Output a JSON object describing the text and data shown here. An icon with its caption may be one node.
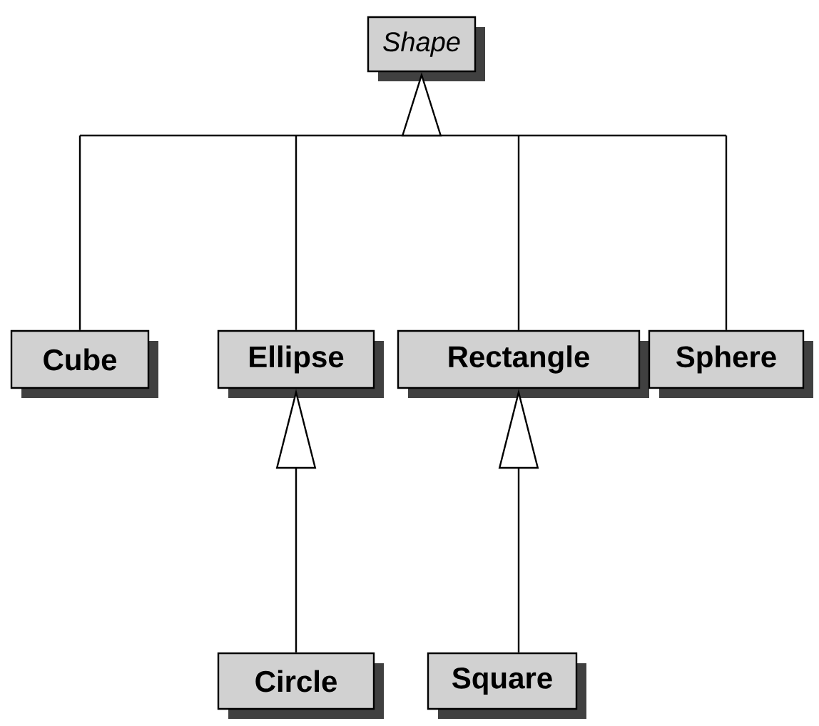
{
  "diagram": {
    "nodes": [
      {
        "text": [
          "Shape"
        ]
      },
      {
        "text": [
          "Cube"
        ]
      },
      {
        "text": [
          "Ellipse"
        ]
      },
      {
        "text": [
          "Rectangle"
        ]
      },
      {
        "text": [
          "Sphere"
        ]
      },
      {
        "text": [
          "Circle"
        ]
      },
      {
        "text": [
          "Square"
        ]
      }
    ],
    "edges": [
      {
        "from": 1,
        "to": 0,
        "arrow": "to"
      },
      {
        "from": 2,
        "to": 0,
        "arrow": "to"
      },
      {
        "from": 3,
        "to": 0,
        "arrow": "to"
      },
      {
        "from": 4,
        "to": 0,
        "arrow": "to"
      },
      {
        "from": 5,
        "to": 2,
        "arrow": "to"
      },
      {
        "from": 6,
        "to": 3,
        "arrow": "to"
      }
    ]
  }
}
